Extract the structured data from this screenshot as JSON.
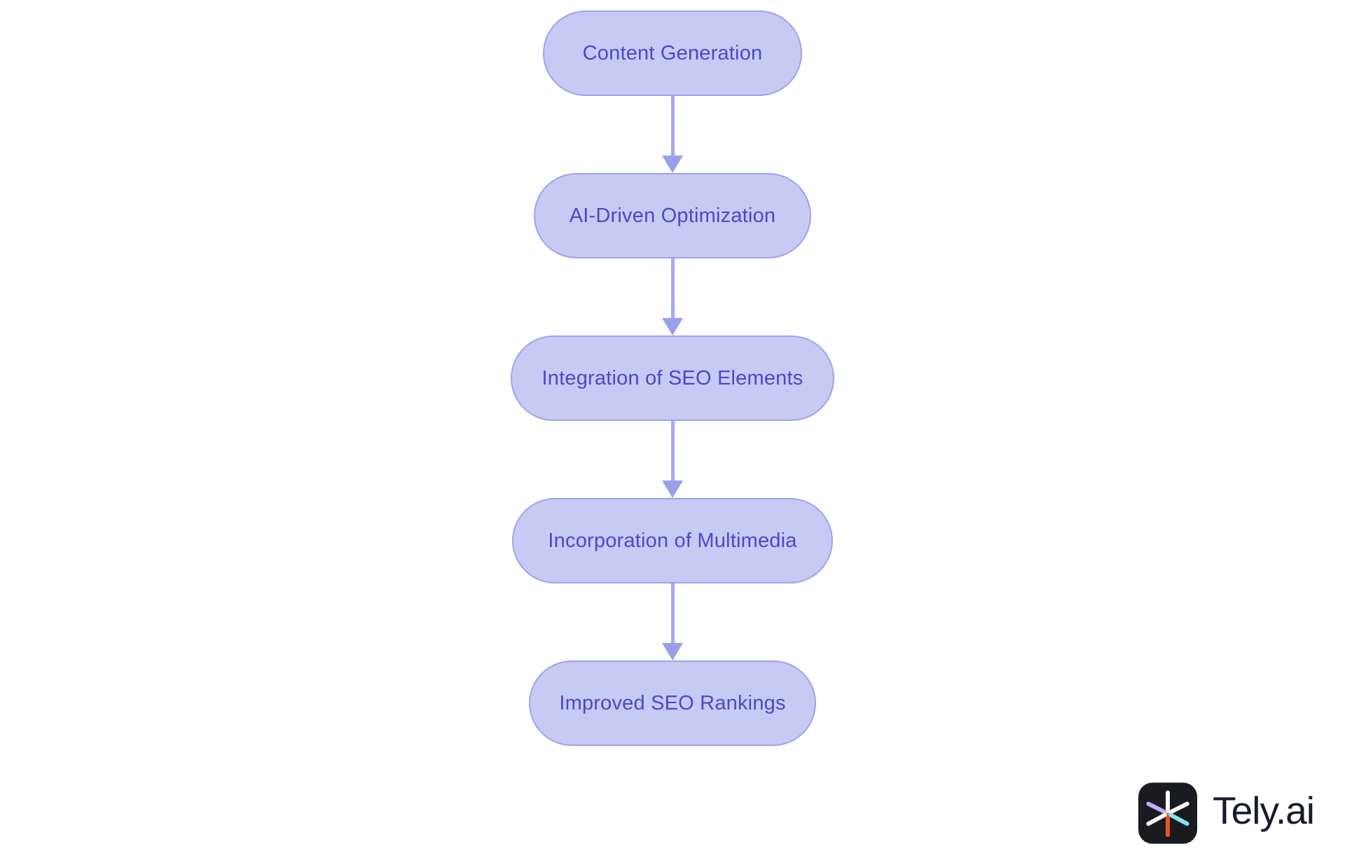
{
  "flowchart": {
    "nodes": [
      {
        "label": "Content Generation"
      },
      {
        "label": "AI-Driven Optimization"
      },
      {
        "label": "Integration of SEO Elements"
      },
      {
        "label": "Incorporation of Multimedia"
      },
      {
        "label": "Improved SEO Rankings"
      }
    ],
    "colors": {
      "node_fill": "#c8caf4",
      "node_border": "#9ca3eb",
      "node_text": "#4a47cc",
      "arrow_line": "#a4a9f2",
      "arrow_head": "#98a0ec",
      "background": "#ffffff"
    }
  },
  "branding": {
    "wordmark": "Tely.ai",
    "logo_colors": {
      "tile": "#1a1b20",
      "spoke_top": "#ffffff",
      "spoke_bottom": "#f4511e",
      "spoke_upper_left": "#c3aef5",
      "spoke_lower_left": "#ffffff",
      "spoke_upper_right": "#ffffff",
      "spoke_lower_right": "#80e6f0",
      "wordmark_text": "#181b2e"
    }
  }
}
